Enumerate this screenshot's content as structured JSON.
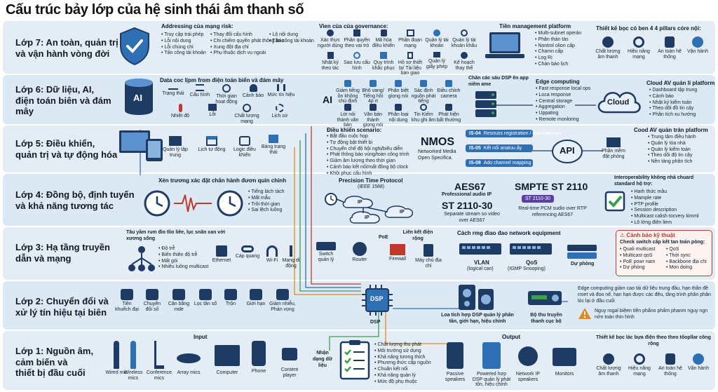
{
  "title": "Cấu trúc bảy lớp của hệ sinh thái âm thanh số",
  "layers": [
    {
      "label": "Lớp 7: An toàn, quản trị\nvà vận hành vòng đời"
    },
    {
      "label": "Lớp 6: Dữ liệu, AI,\nđiện toán biên và đám\nmây"
    },
    {
      "label": "Lớp 5: Điều khiển,\nquản trị và tự động hóa"
    },
    {
      "label": "Lớp 4: Đồng bộ, định tuyến\nvà khả năng tương tác"
    },
    {
      "label": "Lớp 3: Hạ tầng truyền\ndẫn và mạng"
    },
    {
      "label": "Lớp 2: Chuyển đổi và\nxử lý tín hiệu tại biên"
    },
    {
      "label": "Lớp 1: Nguồn âm,\ncảm biến và\nthiết bị đầu cuối"
    }
  ],
  "l7": {
    "risk_title": "Addressing của mạng risk:",
    "risks_col1": [
      "Truy cập trái phép",
      "Lỗi nội dung",
      "Lỗi chủng chỉ",
      "Tấn công tài khoản"
    ],
    "risks_col2": [
      "Thay đổi cấu hình",
      "Chi chiếm quyền phát thông báo",
      "Xung đột địa chỉ",
      "Phụ thuộc dịch vụ ngoài"
    ],
    "risks_col3": [
      "Lộ nội dung",
      "Tấn công tài khoản"
    ],
    "gov_title": "Vien của của governance:",
    "gov_row1": [
      "Xác thực người dùng",
      "Phân quyền theo vai trò",
      "Mã hóa điều khiển",
      "Phân đoạn mạng",
      "Quản lý tài khoản",
      "Quản lý tài khoản khẩu"
    ],
    "gov_row2": [
      "Nhật ký theo tác",
      "Sao lưu cấu hình",
      "Quy trình khắc phục",
      "Hồ sơ thiết bị/ Tài liệu bàn giao",
      "Quản lý giấy phép",
      "Kế hoạch thay thế"
    ],
    "mgmt_title": "Tiền management platform",
    "mgmt_items": [
      "Multi-subnet operán",
      "Phân thàn tàs",
      "Nontrol olion cấp",
      "Chamn cấp",
      "Log Rị",
      "Chán báo lịch"
    ],
    "pillars_title": "Thiết kế bọc có ben 4 4 pillars córe nội:",
    "pillars": [
      "Chất lượng âm thanh",
      "Hiệu năng mạng",
      "An toàn hệ thống",
      "Vận hành"
    ]
  },
  "l6": {
    "data_title": "Data coc lịpm from điện toán biển và đám mây",
    "row1": [
      "Trạng thái",
      "Cấu hình",
      "Thời gian hoạt động",
      "Cảnh báo",
      "Mức tín hiệu"
    ],
    "row2": [
      "Nhiệt độ",
      "Lỗi",
      "Chất lượng mạng",
      "Lịch sử"
    ],
    "ai_label": "AI",
    "ai_row1": [
      "Giám tiếng ồn không chủ định",
      "Bhô vang/ Tiếng hồi 4p rt",
      "Phân biệt giọng nói",
      "Sác định nguồn phát tiếng",
      "Điều chỉnh camera"
    ],
    "ai_row2": [
      "Lời nói thành văn bản",
      "Văn bản thành giọng nói",
      "Phân loại nội dung",
      "Tin Kiếm khu ghi âm",
      "Phát hiện bất thường"
    ],
    "sync_title": "Chăn các sáu DSP ên app niêm ame",
    "edge_title": "Edge computing",
    "edge_items": [
      "Fast response local ops",
      "Loca response",
      "Central storage",
      "Aggregation",
      "Uppating",
      "Remote monloring"
    ],
    "cloud_label": "Cloud",
    "cloud_title": "Cloud AV quản lí platform",
    "cloud_items": [
      "Dashboard tập trung",
      "Cảnh báo",
      "Nhật ký kiểm toán",
      "Theo dõi đồ tin cậy",
      "Phân tích xu hướng"
    ]
  },
  "l5": {
    "icons": [
      "Quản lý tập trung",
      "Lịch tự động",
      "Logic điều khiển",
      "Bảng trạng thái"
    ],
    "scen_title": "Điều khiển scenario:",
    "scen_items": [
      "Bắt đầu cuộc họp",
      "Tự động bật thiết bị",
      "Chuyển chế độ hội nghị/biểu diễn",
      "Phát thông báo vùng/toàn công trình",
      "Giảm âm lượng theo thời gian",
      "Cảnh báo kết nối/mất đồng bộ clock",
      "Khôi phục cấu hình"
    ],
    "nmos_title": "NMOS",
    "nmos_sub": "Networked Media Open Specifica.",
    "is": [
      {
        "code": "IS-04",
        "text": "Resouss registration / diuruhtareary"
      },
      {
        "code": "IS-05",
        "text": "Kết nối anatuu ấy"
      },
      {
        "code": "IS-08",
        "text": "Ado channel mapping"
      }
    ],
    "api_label": "API",
    "api_out": "Phần mềm đặt phòng",
    "cloud_title": "Cood AV quản trán platform",
    "cloud_items": [
      "Trung tâm điều hành",
      "Quản lý tòa nhà",
      "Quản lý kiểm toán",
      "Theo dõi độ tin cậy",
      "Nền tảng phân tích"
    ]
  },
  "l4": {
    "sync_title": "Xén trương xác đặt chấn hành đươn quin chinh",
    "sync_items": [
      "Tiếng lách tách",
      "Mất mẫu",
      "Trôi thời gian",
      "Sai lệch luồng"
    ],
    "ptp_title": "Precision Time Protocol",
    "ptp_sub": "(IEEE 1588)",
    "ip_label": "IP",
    "aes_title": "AES67",
    "aes_sub": "Professional audio IP",
    "st30_title": "ST 2110-30",
    "st30_sub": "Separate stream so video over AES67",
    "smpte_title": "SMPTE ST 2110",
    "smpte_tag": "ST 2110-30",
    "smpte_sub": "Real-time PCM sudio over RTP referencing AES67",
    "interop_title": "Interoperability không nhà chuard standard hộ trợ:",
    "interop_items": [
      "Harh thức mầu",
      "Mample rate",
      "PTP profile",
      "Session description",
      "Multicast calish tocvery kimml",
      "Lô lớng điện liem"
    ]
  },
  "l3": {
    "trans_title": "Tâu yầm rum đio tlio liêe, lục snãn xan vởi xương sống",
    "trans_items": [
      "Độ trễ",
      "Biến thiên độ trễ",
      "Mất gói",
      "Nhiều luồng multicast"
    ],
    "icons": [
      "Ethernet",
      "Cáp quang",
      "Wi-Fi",
      "Mạng di động",
      "Switch quản lý",
      "Router",
      "Firewall",
      "Máy chủ địa chỉ"
    ],
    "poe": "PoE",
    "link": "Liên kết điện rộng",
    "net_title": "Cách rmg điao đao network equipment",
    "vlan": "VLAN",
    "vlan_sub": "(logical can)",
    "qos": "QoS",
    "qos_sub": "(IGMP Snooping)",
    "backup": "Dự phòng",
    "warn_title": "Cảnh báo kỹ thuật",
    "warn_sub": "Check switch cấp kết tan toán pòng:",
    "warn_col1": [
      "Quali multicast",
      "Multicast qoS",
      "PoE powr nam",
      "Dự phòng"
    ],
    "warn_col2": [
      "QoS",
      "Thời sync",
      "Backbone địa chi",
      "Mon doing"
    ]
  },
  "l2": {
    "icons": [
      "Tiền khuếch đại",
      "Chuyển đổi số",
      "Cân bằng mde",
      "Lọc tần số",
      "Trộn",
      "Giới hạn",
      "Giảm nhiễu, Phản vọng"
    ],
    "dsp_label": "DSP",
    "dsp_caption": "DSP",
    "amp": "Loa tích hợp DSP quản lý phân tần, giới hạn, hiệu chỉnh",
    "dac": "Bộ thu truyền thanh cục bộ",
    "edge_note": "Edge computing giảm cao tải dữ liệu trung đầu, hạn thần đề rroet và đoo nể, hạn hạn được các đêu, tăng trình phân phân lóc lại ở đầu cuối",
    "warn_note": "Nguy rogal biệen tiền phẩno phẩm phanm nguy ngn nởn toán thin hình"
  },
  "l1": {
    "input_title": "Input",
    "inputs": [
      "Wired mic",
      "Wireless mics",
      "Conference mics",
      "Array mics",
      "Computer",
      "Phone",
      "Content player"
    ],
    "receive": "Nhận dạng dữ liệu",
    "checks": [
      "Chất lượng thu phát",
      "Môi trường sử dụng",
      "Khả năng tương thích",
      "Phương thức cấp nguồn",
      "Chuẩn kết nối",
      "Khả năng quản lý",
      "Mức độ phụ thuộc"
    ],
    "output_title": "Output",
    "outputs": [
      "Passive speakers",
      "Powered hợp DSP quản lý phát tôn, hiệu chỉnh",
      "Network IP speakers",
      "Monitors"
    ],
    "pillars_title": "Thiết kế bọc lác bựa điện theo theo tổopllar công rông",
    "pillars": [
      "Chất lượng âm thanh",
      "Hiệu năng mạng",
      "An toàn hệ thống",
      "Vận hành"
    ]
  },
  "colors": {
    "band": "#dce8f4",
    "accent": "#2f6fb4",
    "dark": "#1d3b63",
    "orange": "#e08a1e",
    "green": "#3aa04a",
    "red": "#c0392b"
  }
}
